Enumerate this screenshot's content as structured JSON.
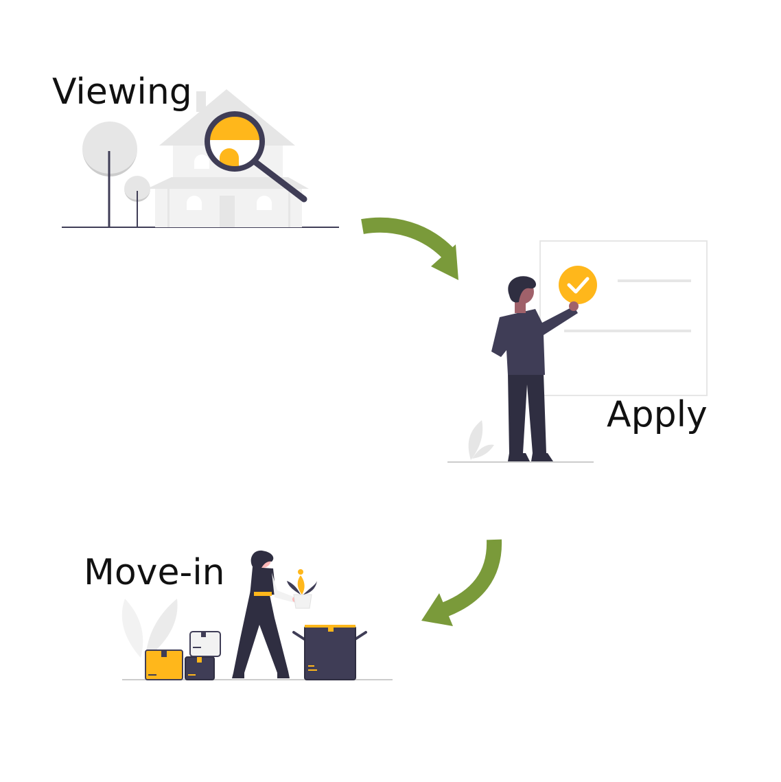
{
  "steps": [
    {
      "label": "Viewing"
    },
    {
      "label": "Apply"
    },
    {
      "label": "Move-in"
    }
  ],
  "colors": {
    "accent": "#FFB71B",
    "arrow": "#7A9A3A",
    "figure": "#3F3D56",
    "house": "#E6E6E6",
    "skin": "#A0616A"
  },
  "icons": [
    "house-search-illustration",
    "person-checkmark-illustration",
    "woman-moving-boxes-illustration",
    "curved-arrow"
  ]
}
